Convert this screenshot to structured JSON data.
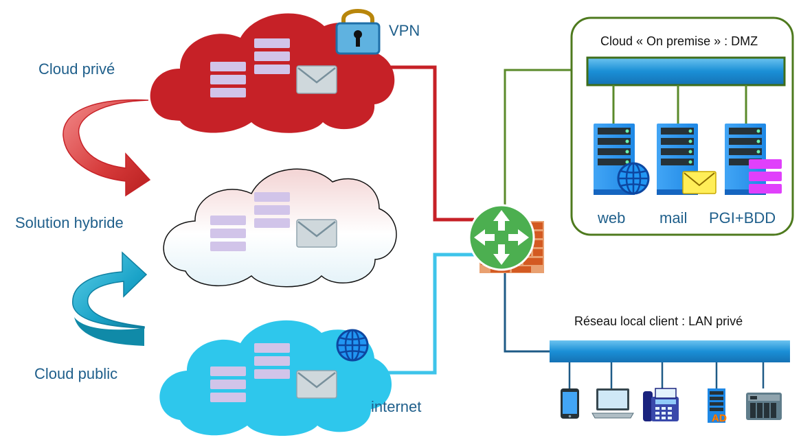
{
  "labels": {
    "cloud_private": "Cloud privé",
    "hybrid": "Solution hybride",
    "cloud_public": "Cloud public",
    "vpn": "VPN",
    "internet": "internet",
    "dmz_title": "Cloud « On premise » : DMZ",
    "lan_title": "Réseau local client : LAN privé",
    "server_web": "web",
    "server_mail": "mail",
    "server_pgi": "PGI+BDD",
    "ad_badge": "AD"
  },
  "colors": {
    "private_cloud": "#c62127",
    "public_cloud": "#2ec7ec",
    "hybrid_cloud_top": "#f6dede",
    "hybrid_cloud_bottom": "#e8f4f8",
    "dmz_border": "#4e7a1e",
    "dmz_link": "#5a8a2a",
    "lan_link": "#1e5a86",
    "vpn_link": "#c62127",
    "internet_link": "#3ec4ea",
    "router": "#4caf50",
    "firewall": "#d9662f",
    "server_blue": "#2196f3",
    "text_blue": "#1f5f8b"
  },
  "icons": [
    "padlock-icon",
    "globe-icon",
    "envelope-icon",
    "router-icon",
    "firewall-icon",
    "server-icon",
    "database-icon",
    "smartphone-icon",
    "laptop-icon",
    "phone-fax-icon",
    "nas-icon"
  ]
}
